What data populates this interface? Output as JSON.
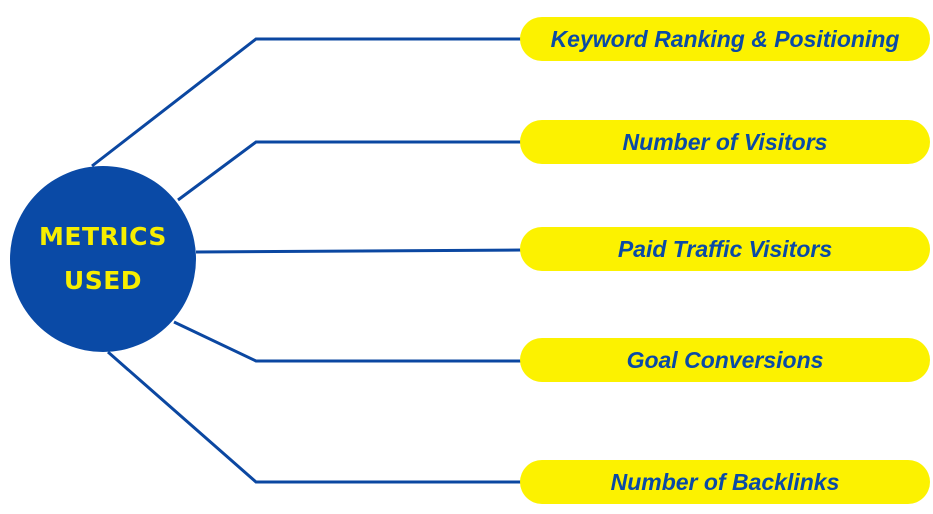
{
  "colors": {
    "navy": "#0a4aa6",
    "yellow": "#fcf200",
    "line": "#0b47a1",
    "hub_text": "#f7ee00"
  },
  "hub": {
    "line1": "METRICS",
    "line2": "USED"
  },
  "metrics": [
    {
      "label": "Keyword Ranking & Positioning"
    },
    {
      "label": "Number of Visitors"
    },
    {
      "label": "Paid Traffic Visitors"
    },
    {
      "label": "Goal Conversions"
    },
    {
      "label": "Number of Backlinks"
    }
  ]
}
